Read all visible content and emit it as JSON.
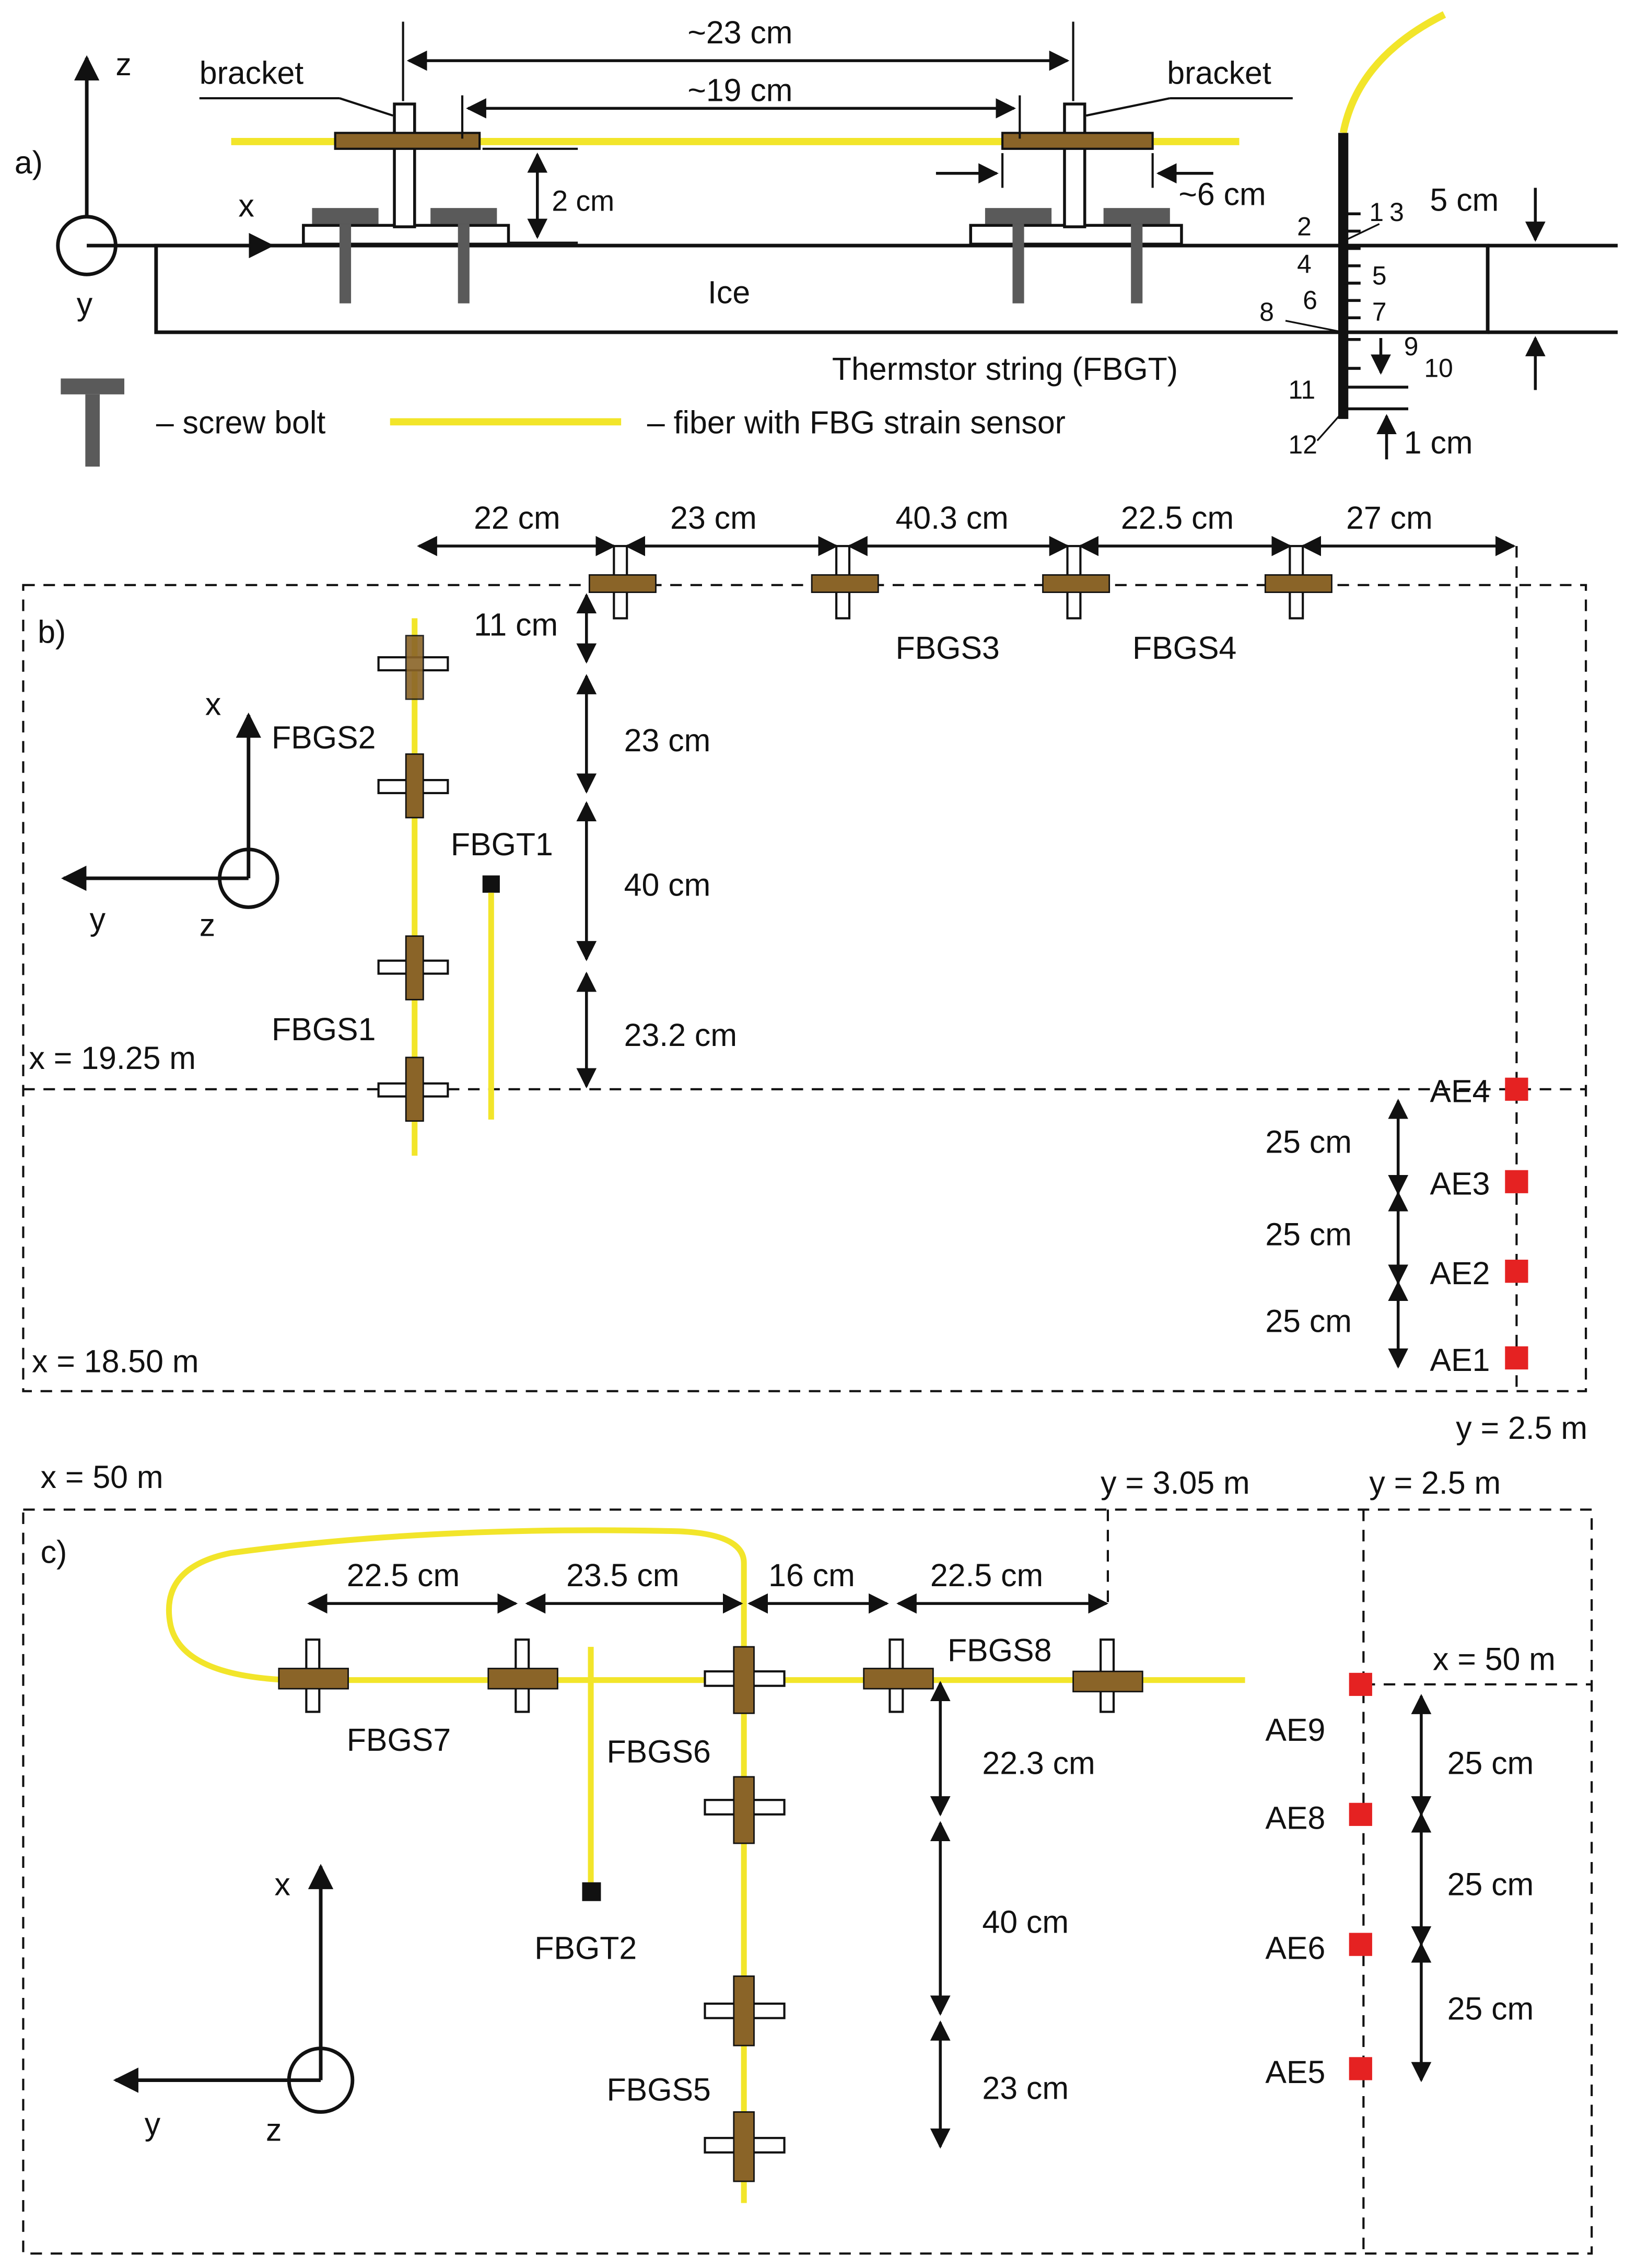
{
  "colors": {
    "fiber": "#f2e52a",
    "bracket": "#8a6428",
    "bolt": "#5a5a5a",
    "ae_sensor": "#e52222",
    "line": "#111111"
  },
  "panel_a": {
    "label": "a)",
    "axis_z": "z",
    "axis_x": "x",
    "axis_y": "y",
    "bracket_left": "bracket",
    "bracket_right": "bracket",
    "dim_23": "~23 cm",
    "dim_19": "~19 cm",
    "dim_2": "2 cm",
    "dim_6": "~6 cm",
    "dim_5": "5 cm",
    "dim_1": "1 cm",
    "ice": "Ice",
    "thermistor": "Thermstor string (FBGT)",
    "legend_bolt": "– screw bolt",
    "legend_fiber": "– fiber with FBG strain sensor",
    "string_numbers": [
      "1",
      "3",
      "2",
      "4",
      "5",
      "6",
      "7",
      "8",
      "9",
      "10",
      "11",
      "12"
    ]
  },
  "panel_b": {
    "label": "b)",
    "axis_x": "x",
    "axis_y": "y",
    "axis_z": "z",
    "top_dims": [
      "22 cm",
      "23 cm",
      "40.3 cm",
      "22.5 cm",
      "27 cm"
    ],
    "vert_dims": [
      "11 cm",
      "23 cm",
      "40 cm",
      "23.2 cm"
    ],
    "fbgs1": "FBGS1",
    "fbgs2": "FBGS2",
    "fbgs3": "FBGS3",
    "fbgs4": "FBGS4",
    "fbgt1": "FBGT1",
    "x_1925": "x = 19.25 m",
    "x_1850": "x = 18.50 m",
    "y_25": "y = 2.5 m",
    "ae_labels": [
      "AE4",
      "AE3",
      "AE2",
      "AE1"
    ],
    "ae_dims": [
      "25 cm",
      "25 cm",
      "25 cm"
    ]
  },
  "panel_c": {
    "label": "c)",
    "x_50_top": "x = 50 m",
    "y_305": "y = 3.05 m",
    "y_25": "y = 2.5 m",
    "x_50_right": "x = 50 m",
    "top_dims": [
      "22.5 cm",
      "23.5 cm",
      "16 cm",
      "22.5 cm"
    ],
    "vert_dims": [
      "22.3 cm",
      "40 cm",
      "23 cm"
    ],
    "fbgs5": "FBGS5",
    "fbgs6": "FBGS6",
    "fbgs7": "FBGS7",
    "fbgs8": "FBGS8",
    "fbgt2": "FBGT2",
    "ae_labels": [
      "AE9",
      "AE8",
      "AE6",
      "AE5"
    ],
    "ae_dims": [
      "25 cm",
      "25 cm",
      "25 cm"
    ],
    "axis_x": "x",
    "axis_y": "y",
    "axis_z": "z"
  }
}
